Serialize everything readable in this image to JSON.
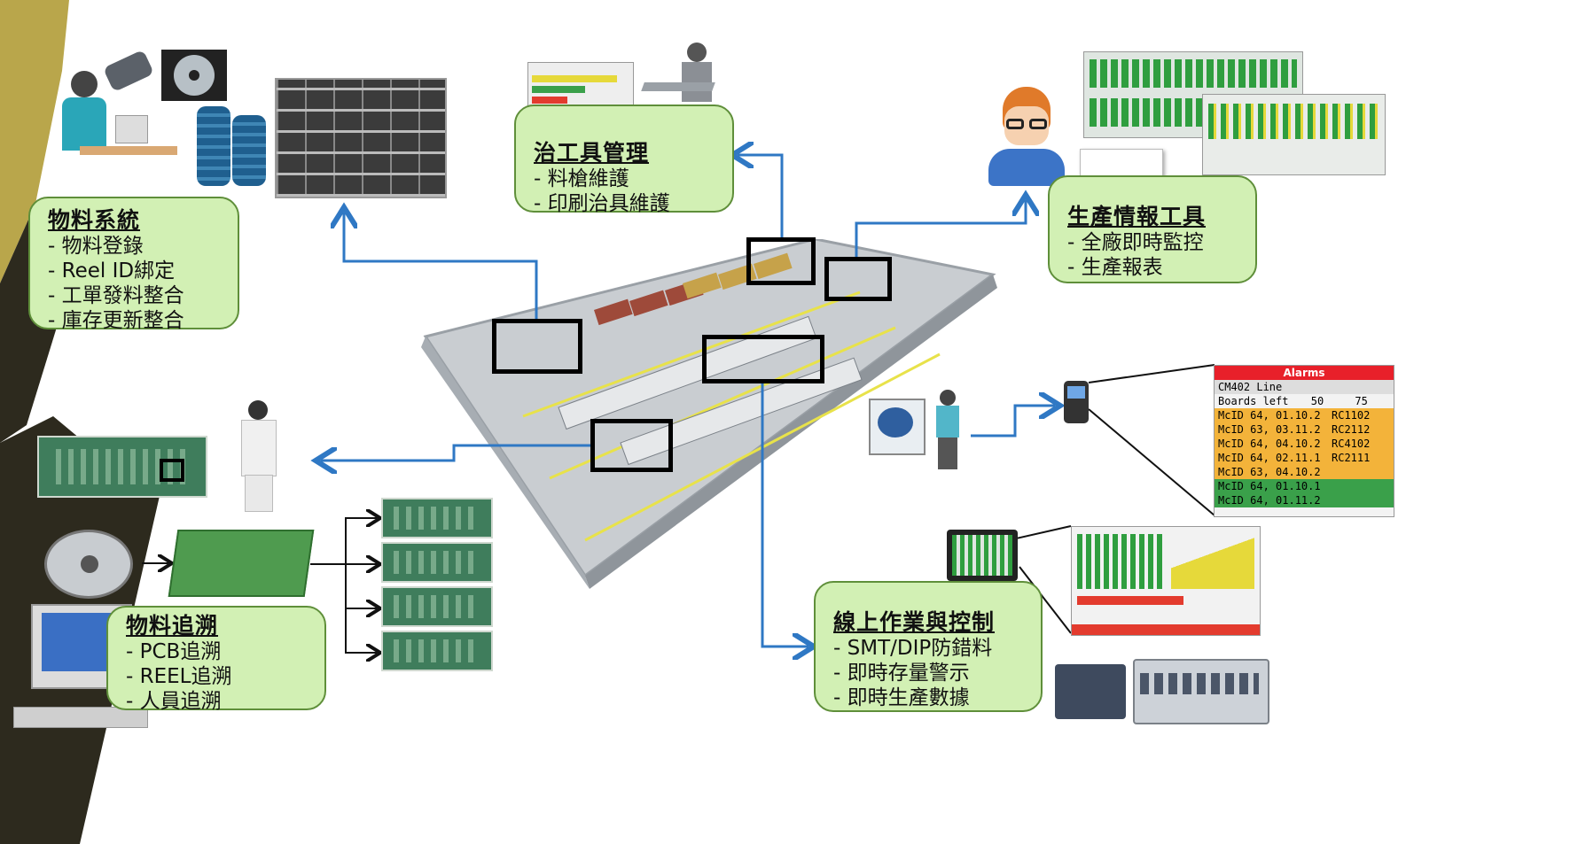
{
  "boxes": {
    "material_system": {
      "title": "物料系統",
      "items": [
        "物料登錄",
        "Reel ID綁定",
        "工單發料整合",
        "庫存更新整合"
      ]
    },
    "tool_mgmt": {
      "title": "治工具管理",
      "items": [
        "料槍維護",
        "印刷治具維護"
      ]
    },
    "prod_info": {
      "title": "生產情報工具",
      "items": [
        "全廠即時監控",
        "生產報表"
      ]
    },
    "traceability": {
      "title": "物料追溯",
      "items": [
        "PCB追溯",
        "REEL追溯",
        "人員追溯"
      ]
    },
    "online_control": {
      "title": "線上作業與控制",
      "items": [
        "SMT/DIP防錯料",
        "即時存量警示",
        "即時生產數據"
      ]
    }
  },
  "alarm_panel": {
    "header": "Alarms",
    "line": "CM402 Line",
    "boards_left_label": "Boards left",
    "boards_left_a": "50",
    "boards_left_b": "75",
    "rows": [
      {
        "left": "McID 64, 01.10.2",
        "right": "RC1102",
        "color": "#f3b33a"
      },
      {
        "left": "McID 63, 03.11.2",
        "right": "RC2112",
        "color": "#f3b33a"
      },
      {
        "left": "McID 64, 04.10.2",
        "right": "RC4102",
        "color": "#f3b33a"
      },
      {
        "left": "McID 64, 02.11.1",
        "right": "RC2111",
        "color": "#f3b33a"
      },
      {
        "left": "McID 63, 04.10.2",
        "right": "",
        "color": "#f3b33a"
      },
      {
        "left": "McID 64, 01.10.1",
        "right": "",
        "color": "#3aa04a"
      },
      {
        "left": "McID 64, 01.11.2",
        "right": "",
        "color": "#3aa04a"
      }
    ]
  },
  "colors": {
    "box_fill": "#d2f0b4",
    "box_border": "#5f8f3a",
    "arrow": "#2f78c4",
    "alarm_header": "#e8202a"
  }
}
